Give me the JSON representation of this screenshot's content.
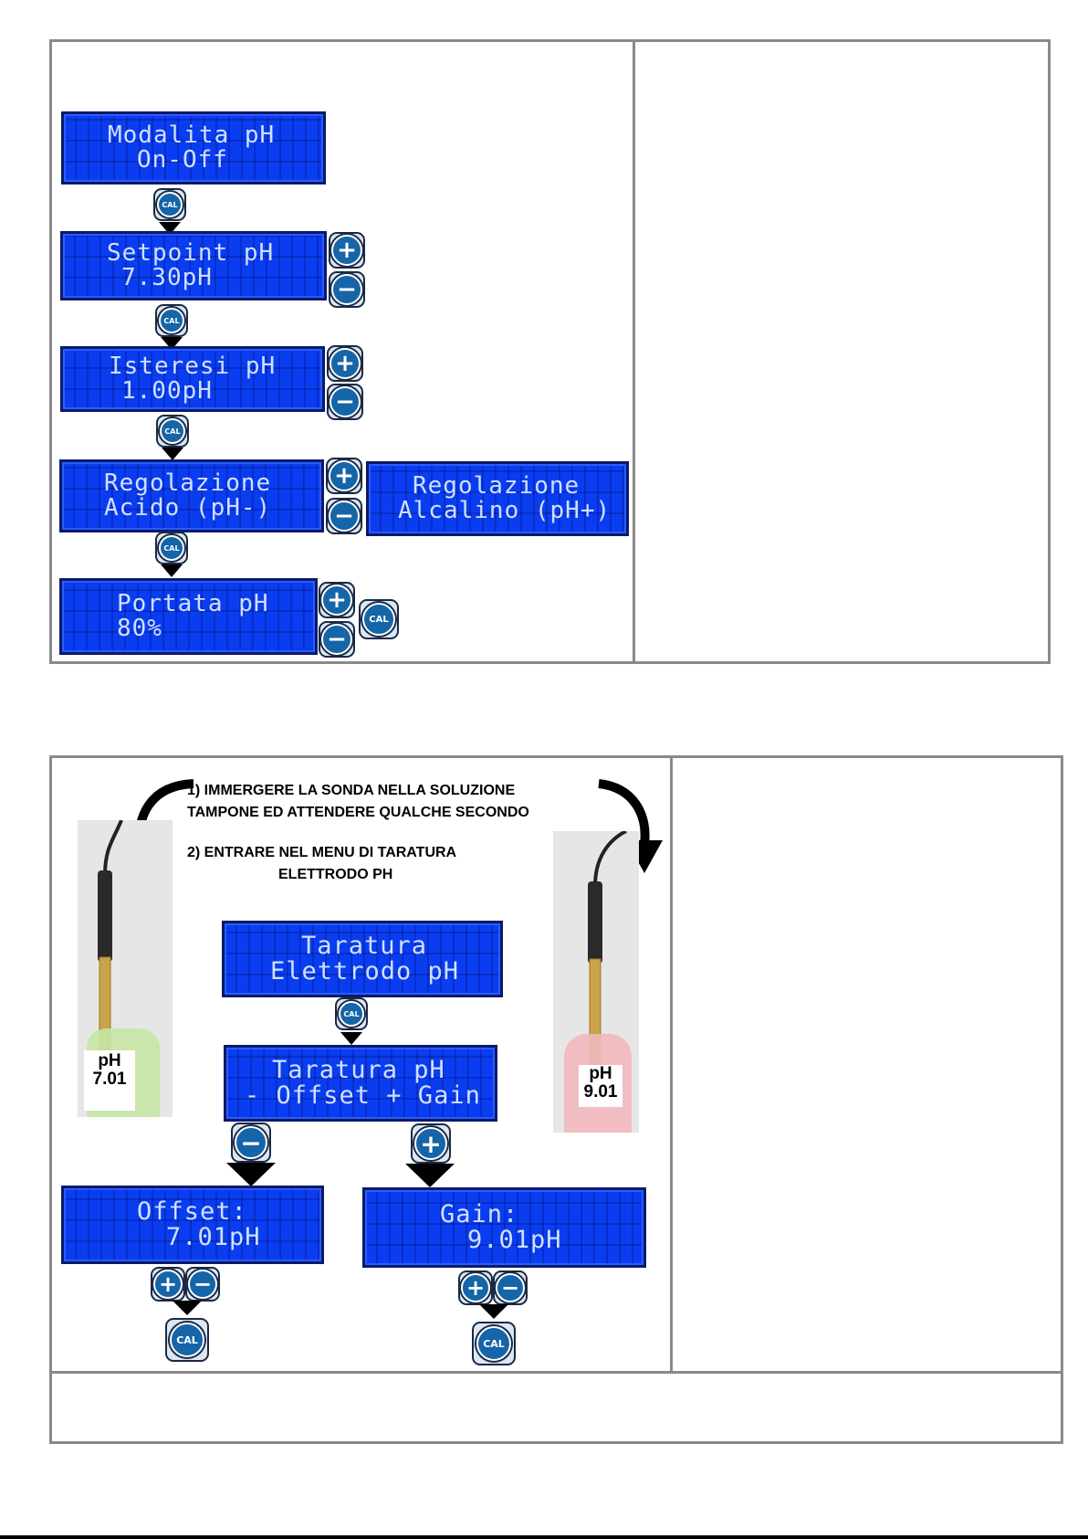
{
  "top_diagram": {
    "lcd_mode": {
      "line1": "Modalita pH",
      "line2": "On-Off"
    },
    "lcd_setpoint": {
      "line1": "Setpoint pH",
      "line2": "7.30pH"
    },
    "lcd_hysteresis": {
      "line1": "Isteresi pH",
      "line2": "1.00pH"
    },
    "lcd_regulation_acid": {
      "line1": "Regolazione",
      "line2": "Acido (pH-)"
    },
    "lcd_regulation_alkaline": {
      "line1": "Regolazione",
      "line2": "Alcalino (pH+)"
    },
    "lcd_flow": {
      "line1": "Portata pH",
      "line2": "80%"
    }
  },
  "bottom_diagram": {
    "instruction_1_line1": "1) IMMERGERE LA SONDA NELLA SOLUZIONE",
    "instruction_1_line2": "TAMPONE ED ATTENDERE QUALCHE SECONDO",
    "instruction_2_line1": "2) ENTRARE NEL MENU DI TARATURA",
    "instruction_2_line2": "ELETTRODO PH",
    "lcd_calibration": {
      "line1": "Taratura",
      "line2": "Elettrodo pH"
    },
    "lcd_calibration_ph": {
      "line1": "Taratura pH",
      "line2": "- Offset + Gain"
    },
    "lcd_offset": {
      "line1": "Offset:",
      "line2": "7.01pH"
    },
    "lcd_gain": {
      "line1": "Gain:",
      "line2": "9.01pH"
    },
    "buffer_left": {
      "label_line1": "pH",
      "label_line2": "7.01"
    },
    "buffer_right": {
      "label_line1": "pH",
      "label_line2": "9.01"
    }
  },
  "buttons": {
    "cal": "CAL",
    "plus": "+",
    "minus": "−"
  },
  "colors": {
    "lcd_bg": "#0a3df0",
    "lcd_text": "#cfe0ff",
    "button_blue": "#1565a8",
    "frame": "#8a8a8a"
  }
}
